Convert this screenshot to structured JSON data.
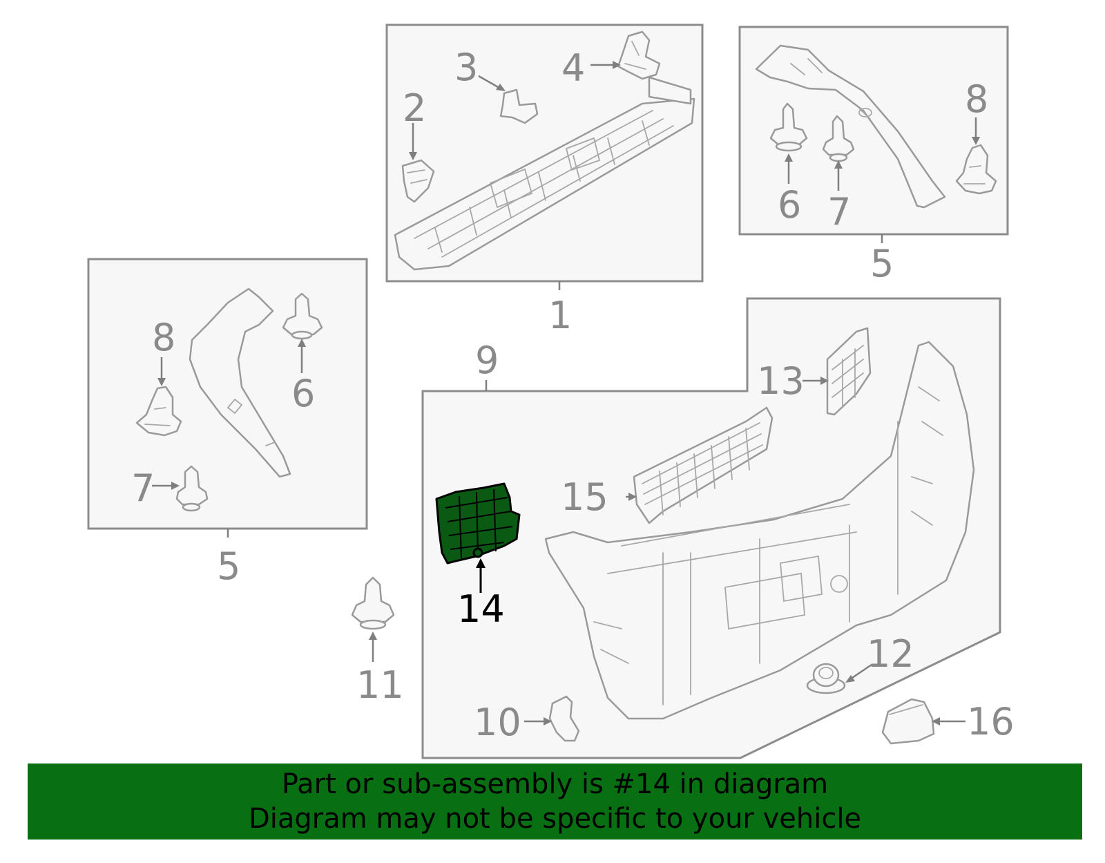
{
  "callouts": {
    "c1": "1",
    "c2": "2",
    "c3": "3",
    "c4": "4",
    "c5a": "5",
    "c5b": "5",
    "c6a": "6",
    "c6b": "6",
    "c7a": "7",
    "c7b": "7",
    "c8a": "8",
    "c8b": "8",
    "c9": "9",
    "c10": "10",
    "c11": "11",
    "c12": "12",
    "c13": "13",
    "c14": "14",
    "c15": "15",
    "c16": "16"
  },
  "highlighted_part": "14",
  "banner": {
    "line1": "Part or sub-assembly is #14 in diagram",
    "line2": "Diagram may not be specific to your vehicle"
  },
  "colors": {
    "banner_bg": "#087012",
    "highlight_fill": "#0b5a14"
  }
}
